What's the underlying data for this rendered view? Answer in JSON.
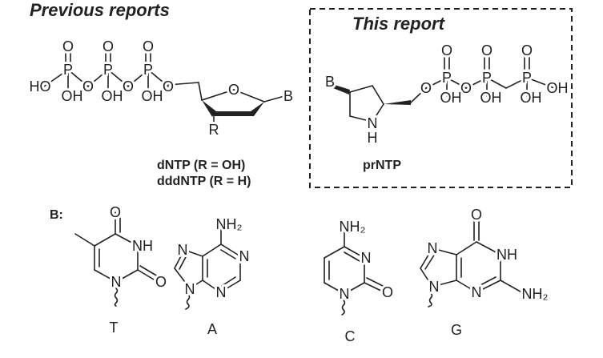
{
  "headings": {
    "previous": "Previous reports",
    "this": "This report",
    "bases": "B:"
  },
  "dntp": {
    "labels": [
      "dNTP (R = OH)",
      "dddNTP (R = H)"
    ],
    "atoms": [
      "O",
      "O",
      "O",
      "P",
      "P",
      "P",
      "HO",
      "O",
      "O",
      "O",
      "OH",
      "OH",
      "OH",
      "O",
      "B",
      "R"
    ]
  },
  "prntp": {
    "label": "prNTP",
    "atoms": [
      "B",
      "N",
      "H",
      "O",
      "P",
      "P",
      "P",
      "O",
      "O",
      "O",
      "O",
      "OH",
      "OH",
      "OH",
      "OH"
    ]
  },
  "bases": {
    "T": {
      "name": "T",
      "atoms": [
        "O",
        "NH",
        "O",
        "N"
      ]
    },
    "A": {
      "name": "A",
      "atoms": [
        "NH₂",
        "N",
        "N",
        "N",
        "N"
      ]
    },
    "C": {
      "name": "C",
      "atoms": [
        "NH₂",
        "N",
        "O",
        "N"
      ]
    },
    "G": {
      "name": "G",
      "atoms": [
        "O",
        "NH",
        "NH₂",
        "N",
        "N",
        "N"
      ]
    }
  }
}
